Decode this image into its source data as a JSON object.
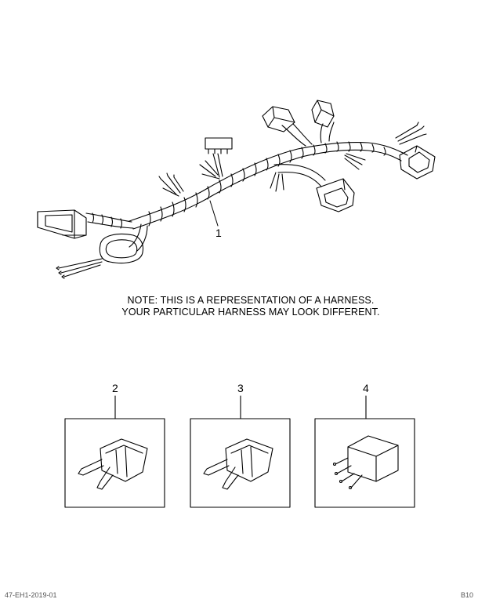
{
  "callouts": {
    "item_1": "1",
    "item_2": "2",
    "item_3": "3",
    "item_4": "4"
  },
  "note": {
    "line1": "NOTE: THIS IS A REPRESENTATION OF A HARNESS.",
    "line2": "YOUR PARTICULAR HARNESS MAY LOOK DIFFERENT."
  },
  "footer": {
    "left": "47-EH1-2019-01",
    "right": "B10"
  },
  "colors": {
    "line": "#000000",
    "background": "#ffffff"
  }
}
